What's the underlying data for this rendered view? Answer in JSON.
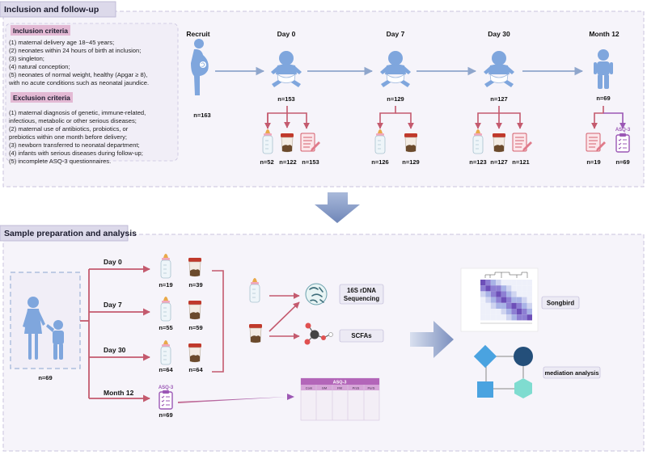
{
  "colors": {
    "panel_bg": "#f6f4fa",
    "panel_border": "#c9c3de",
    "header_bg": "#dcd9ea",
    "criteria_label_bg": "#e3b9d4",
    "arrow_blue": "#8fa6cc",
    "arrow_red": "#c45a6e",
    "person_blue": "#7fa6dd",
    "purple": "#9b57b5",
    "down_arrow": "#7b8fbe",
    "mediation_blue": "#4aa3e0",
    "mediation_navy": "#244f7a",
    "mediation_teal": "#7fdcd0"
  },
  "section1": {
    "title": "Inclusion and follow-up",
    "inclusion_title": "Inclusion criteria",
    "inclusion_items": [
      "(1) maternal delivery age 18~45 years;",
      "(2) neonates within 24 hours of birth at inclusion;",
      "(3) singleton;",
      "(4) natural conception;",
      "(5) neonates of normal weight, healthy (Apgar ≥ 8),",
      "with no acute conditions such as neonatal jaundice."
    ],
    "exclusion_title": "Exclusion criteria",
    "exclusion_items": [
      "(1) maternal diagnosis of genetic, immune-related,",
      "infectious, metabolic or other serious diseases;",
      "(2) maternal use of antibiotics, probiotics, or",
      "prebiotics within one month before delivery;",
      "(3) newborn transferred to neonatal department;",
      "(4) infants with serious diseases during follow-up;",
      "(5) incomplete ASQ-3 questionnaires."
    ],
    "timepoints": [
      {
        "label": "Recruit",
        "n": "n=163"
      },
      {
        "label": "Day 0",
        "n": "n=153"
      },
      {
        "label": "Day 7",
        "n": "n=129"
      },
      {
        "label": "Day 30",
        "n": "n=127"
      },
      {
        "label": "Month 12",
        "n": "n=69"
      }
    ],
    "samples": {
      "day0": [
        "n=52",
        "n=122",
        "n=153"
      ],
      "day7": [
        "n=126",
        "n=129"
      ],
      "day30": [
        "n=123",
        "n=127",
        "n=121"
      ],
      "month12": [
        "n=19",
        "n=69"
      ]
    },
    "asq_label": "ASQ-3"
  },
  "section2": {
    "title": "Sample preparation and analysis",
    "cohort_n": "n=69",
    "rows": [
      {
        "label": "Day 0",
        "milk_n": "n=19",
        "stool_n": "n=39"
      },
      {
        "label": "Day 7",
        "milk_n": "n=55",
        "stool_n": "n=59"
      },
      {
        "label": "Day 30",
        "milk_n": "n=64",
        "stool_n": "n=64"
      },
      {
        "label": "Month 12",
        "asq_n": "n=69"
      }
    ],
    "asq_label": "ASQ-3",
    "seq_line1": "16S rDNA",
    "seq_line2": "Sequencing",
    "scfa_label": "SCFAs",
    "songbird_label": "Songbird",
    "mediation_label": "mediation analysis",
    "asq_table_title": "ASQ-3",
    "asq_table_headers": [
      "Com",
      "GM",
      "FM",
      "PrsS",
      "PerS"
    ]
  }
}
